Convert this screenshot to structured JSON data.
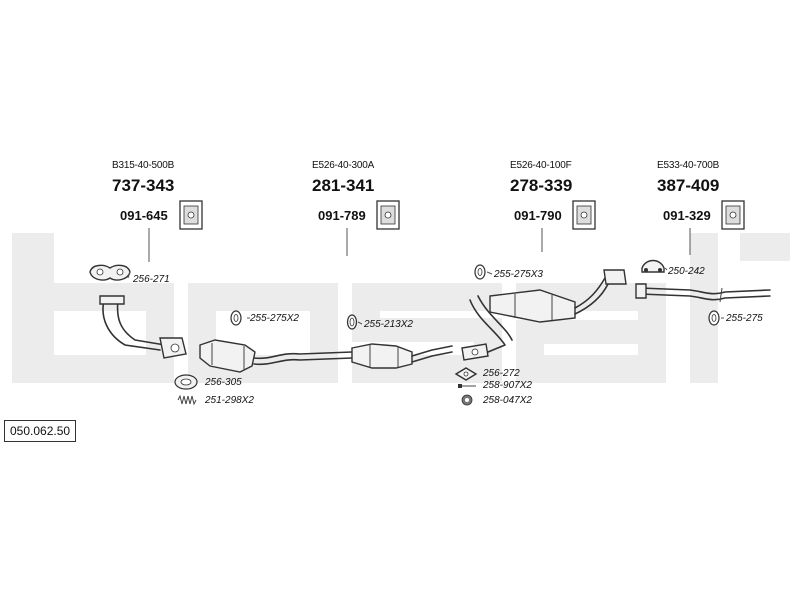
{
  "reference": "050.062.50",
  "brand_watermark_icon": "bosal-watermark",
  "groups": [
    {
      "oe_code": "B315-40-500B",
      "part_number": "737-343",
      "mount_kit": "091-645"
    },
    {
      "oe_code": "E526-40-300A",
      "part_number": "281-341",
      "mount_kit": "091-789"
    },
    {
      "oe_code": "E526-40-100F",
      "part_number": "278-339",
      "mount_kit": "091-790"
    },
    {
      "oe_code": "E533-40-700B",
      "part_number": "387-409",
      "mount_kit": "091-329"
    }
  ],
  "parts": [
    {
      "label": "256-271"
    },
    {
      "label": "255-275X2"
    },
    {
      "label": "255-213X2"
    },
    {
      "label": "255-275X3"
    },
    {
      "label": "250-242"
    },
    {
      "label": "255-275"
    },
    {
      "label": "256-305"
    },
    {
      "label": "251-298X2"
    },
    {
      "label": "256-272"
    },
    {
      "label": "258-907X2"
    },
    {
      "label": "258-047X2"
    }
  ]
}
